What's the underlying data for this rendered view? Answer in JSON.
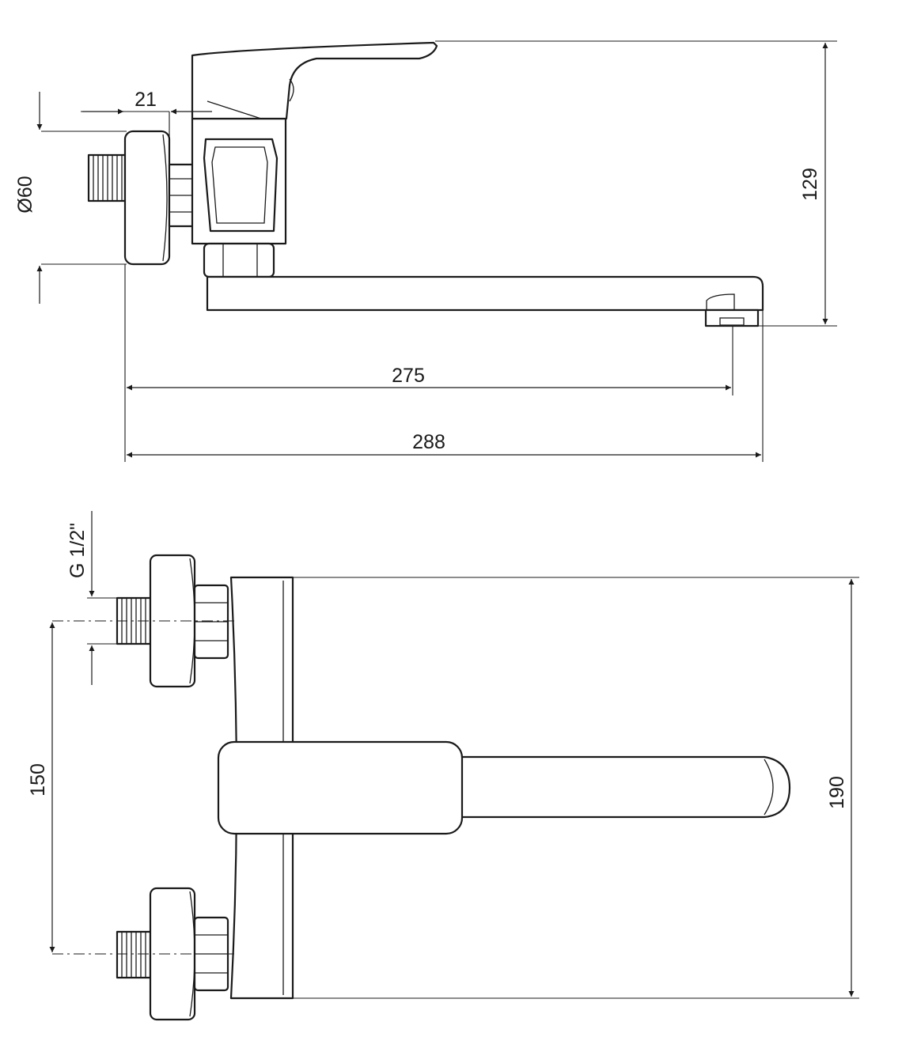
{
  "top_view": {
    "dim_flange_depth": "21",
    "dim_flange_diameter": "Ø60",
    "dim_height": "129",
    "dim_spout_reach": "275",
    "dim_total_length": "288"
  },
  "bottom_view": {
    "dim_thread": "G 1/2\"",
    "dim_inlet_spacing": "150",
    "dim_body_height": "190"
  }
}
